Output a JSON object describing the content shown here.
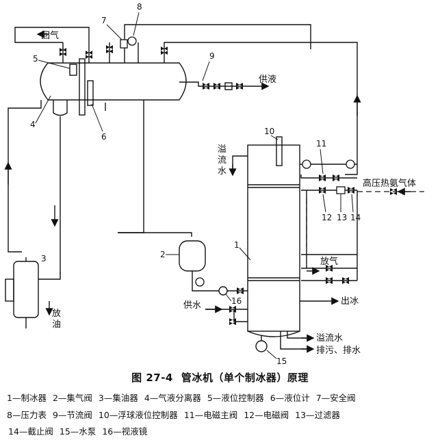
{
  "diagram": {
    "labels": {
      "return_gas": "回气",
      "supply_liquid": "供液",
      "overflow_water_v": "溢流水",
      "high_pressure_ammonia": "高压热氨气体",
      "vent": "放气",
      "ice_out": "出冰",
      "water_supply": "供水",
      "overflow_water": "溢流水",
      "drain": "排污、排水",
      "oil_drain": "放油"
    },
    "callouts": [
      "1",
      "2",
      "3",
      "4",
      "5",
      "6",
      "7",
      "8",
      "9",
      "10",
      "11",
      "12",
      "13",
      "14",
      "15",
      "16"
    ]
  },
  "figure": {
    "number": "图 27-4",
    "title": "管冰机（单个制冰器）原理"
  },
  "legend": [
    "1—制冰器",
    "2—集气阀",
    "3—集油器",
    "4—气液分离器",
    "5—液位控制器",
    "6—液位计",
    "7—安全阀",
    "8—压力表",
    "9—节流阀",
    "10—浮球液位控制器",
    "11—电磁主阀",
    "12—电磁阀",
    "13—过滤器",
    "14—截止阀",
    "15—水泵",
    "16—视液镜"
  ]
}
